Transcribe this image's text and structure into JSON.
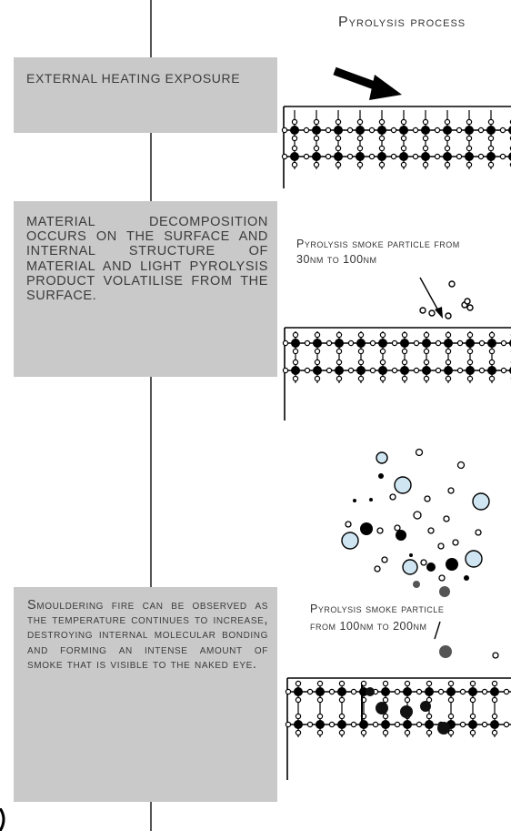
{
  "title": "Pyrolysis process",
  "cards": [
    {
      "text": "External heating exposure"
    },
    {
      "text": "Material decomposition occurs on the surface and internal structure of material and light pyrolysis product volatilise from the surface."
    },
    {
      "text": "Smouldering fire can be observed as the temperature continues to increase, destroying internal molecular bonding and forming an intense amount of smoke that is visible to the naked eye."
    }
  ],
  "labels": {
    "smoke1_line1": "Pyrolysis smoke particle from",
    "smoke1_line2": "30nm to 100nm",
    "smoke2_line1": "Pyrolysis smoke particle",
    "smoke2_line2": "from 100nm to 200nm"
  }
}
